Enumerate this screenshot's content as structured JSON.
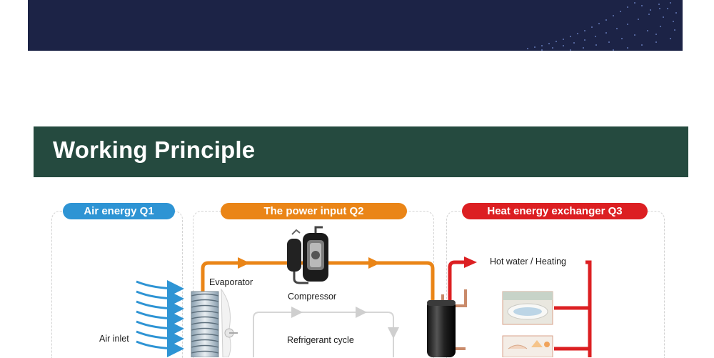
{
  "section": {
    "title": "Working Principle"
  },
  "categories": {
    "air_energy": "Air energy Q1",
    "power_input": "The power input Q2",
    "heat_exchanger": "Heat energy exchanger Q3"
  },
  "labels": {
    "evaporator": "Evaporator",
    "compressor": "Compressor",
    "refrigerant_cycle": "Refrigerant cycle",
    "air_inlet": "Air inlet",
    "hot_water": "Hot water / Heating"
  },
  "colors": {
    "banner": "#1c2346",
    "header": "#254a3f",
    "air_blue": "#2e94d4",
    "power_orange": "#ea8517",
    "heat_red": "#dc1f22"
  },
  "icons": [
    "compressor-icon",
    "evaporator-coil-icon",
    "fan-icon",
    "water-tank-icon",
    "bathtub-photo",
    "washbasin-photo"
  ]
}
